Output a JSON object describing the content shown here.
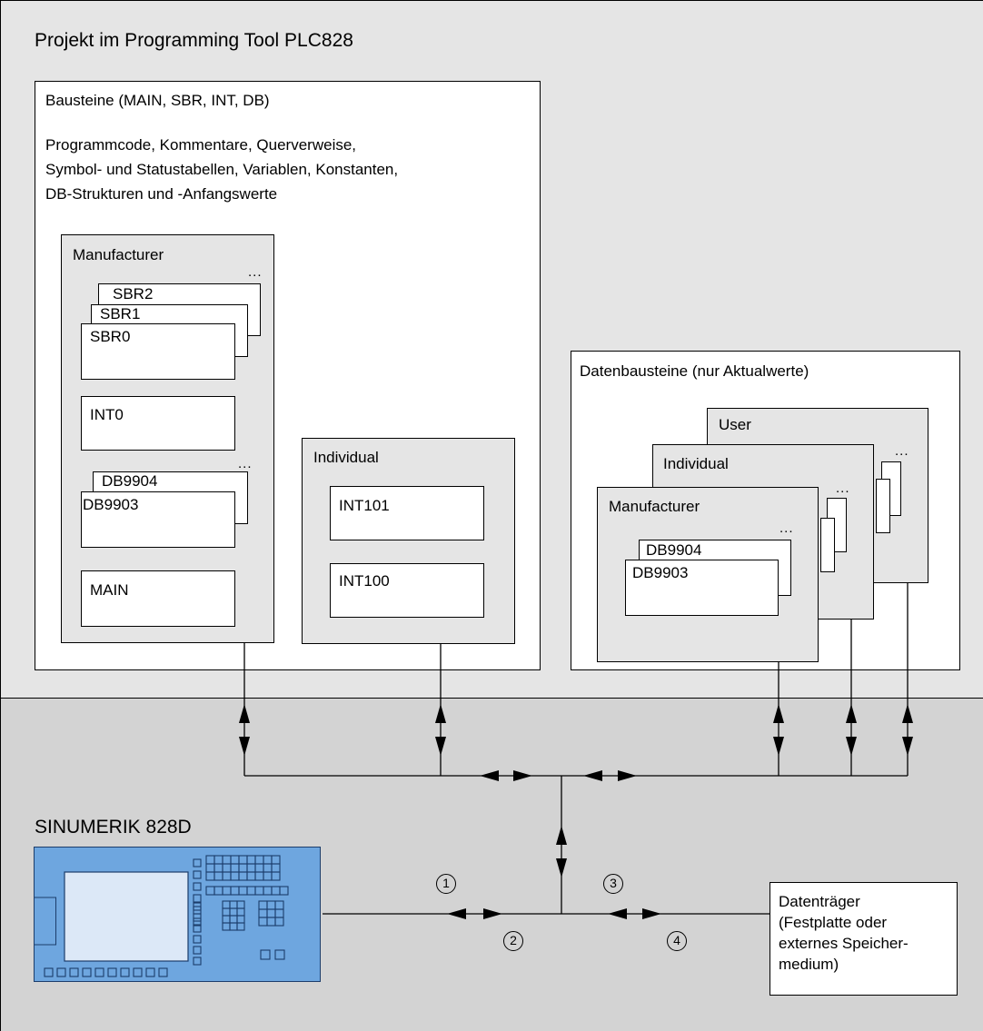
{
  "project": {
    "title": "Projekt im Programming Tool PLC828",
    "blocks_panel": {
      "title": "Bausteine (MAIN, SBR, INT, DB)",
      "description": [
        "Programmcode, Kommentare, Querverweise,",
        "Symbol- und Statustabellen, Variablen, Konstanten,",
        "DB-Strukturen und -Anfangswerte"
      ],
      "manufacturer": {
        "title": "Manufacturer",
        "sbr_stack": [
          "SBR0",
          "SBR1",
          "SBR2"
        ],
        "int0": "INT0",
        "db_stack": [
          "DB9903",
          "DB9904"
        ],
        "main": "MAIN",
        "ellipsis": "..."
      },
      "individual": {
        "title": "Individual",
        "items": [
          "INT101",
          "INT100"
        ]
      }
    },
    "data_blocks_panel": {
      "title": "Datenbausteine (nur Aktualwerte)",
      "layers": [
        "User",
        "Individual",
        "Manufacturer"
      ],
      "db_stack": [
        "DB9903",
        "DB9904"
      ],
      "ellipsis": "..."
    }
  },
  "controller": {
    "title": "SINUMERIK 828D",
    "colors": {
      "panel": "#6ea6df",
      "screen": "#dce8f7"
    }
  },
  "storage": {
    "lines": [
      "Datenträger",
      "(Festplatte oder",
      "externes Speicher-",
      "medium)"
    ]
  },
  "markers": [
    "1",
    "2",
    "3",
    "4"
  ],
  "colors": {
    "top_section": "#e5e5e5",
    "bottom_section": "#d3d3d3",
    "inner_panel": "#e5e5e5"
  }
}
